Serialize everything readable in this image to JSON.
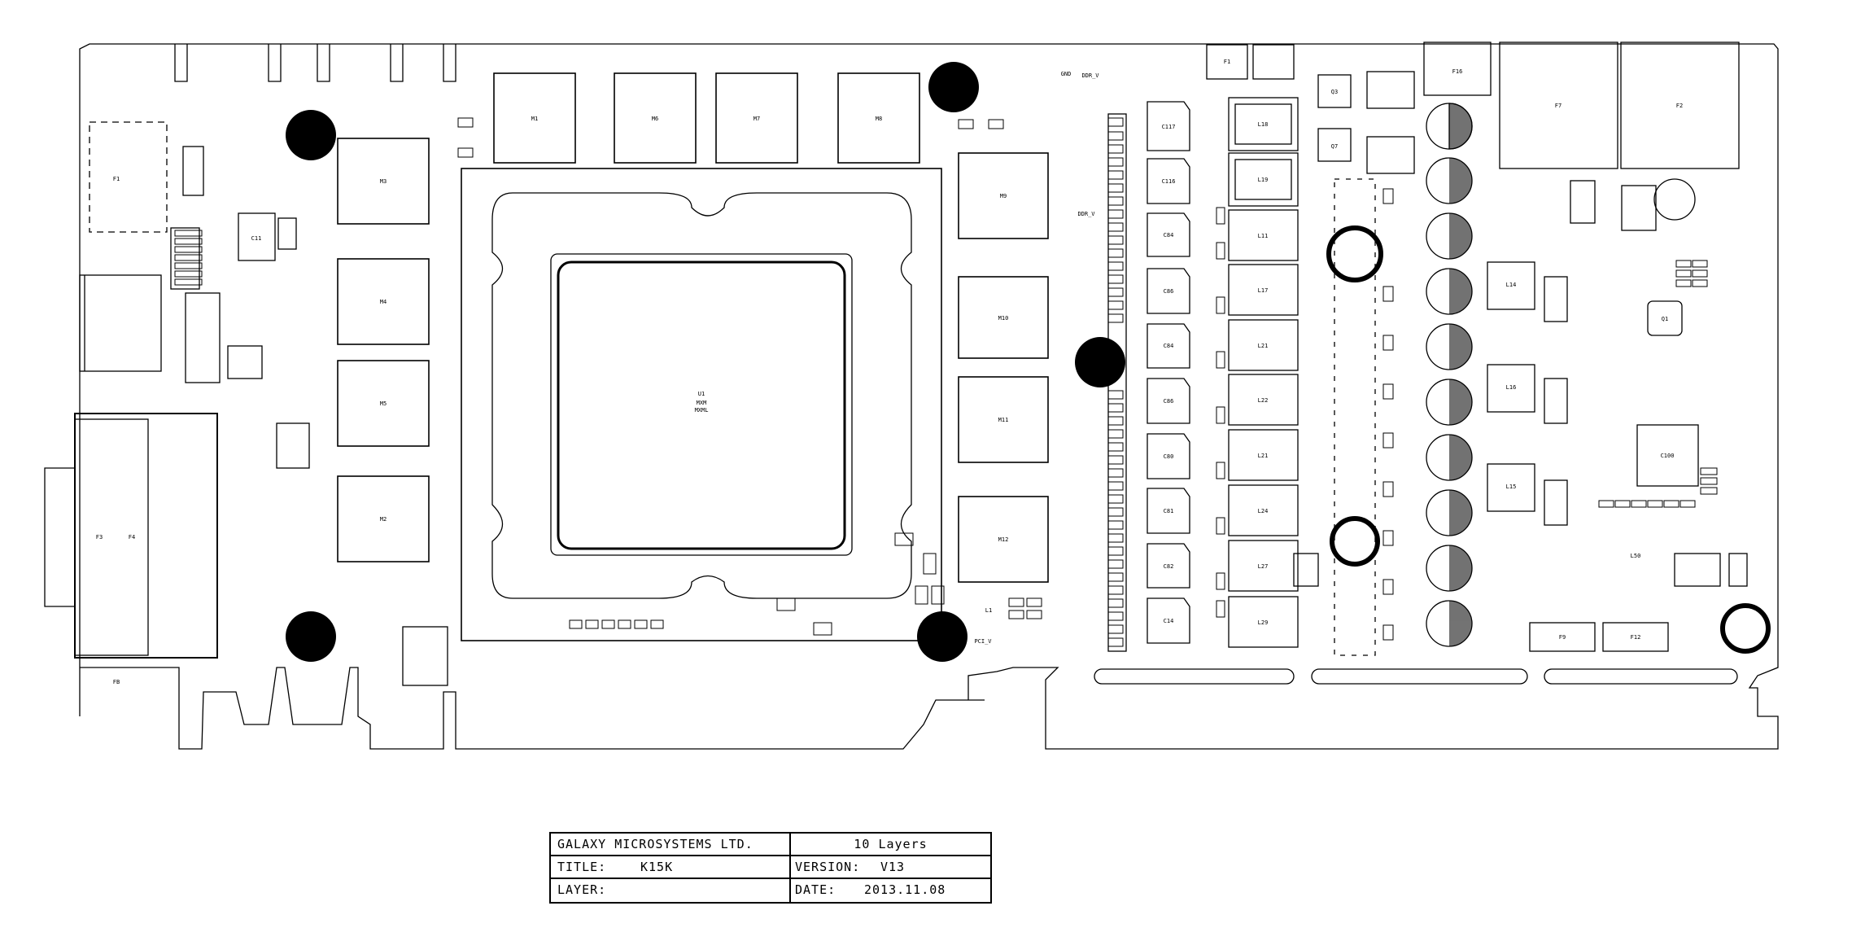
{
  "title_block": {
    "company": "GALAXY MICROSYSTEMS LTD.",
    "layers": "10 Layers",
    "title_label": "TITLE:",
    "title_value": "K15K",
    "version_label": "VERSION:",
    "version_value": "V13",
    "layer_label": "LAYER:",
    "date_label": "DATE:",
    "date_value": "2013.11.08"
  },
  "labels": {
    "gpu": "U1",
    "gpu_sub": "MXM",
    "gpu_sub2": "MXML",
    "mem_top": [
      "M1",
      "M6",
      "M7",
      "M8"
    ],
    "mem_left": [
      "M3",
      "M4",
      "M5",
      "M2"
    ],
    "mem_right": [
      "M9",
      "M10",
      "M11",
      "M12"
    ],
    "inductors": [
      "L18",
      "L19",
      "L11",
      "L17",
      "L21",
      "L22",
      "L21",
      "L24",
      "L27",
      "L29"
    ],
    "chokes_small": [
      "C117",
      "C116",
      "C84",
      "C86",
      "C84",
      "C86",
      "C80",
      "C81",
      "C82",
      "C14"
    ],
    "fuse_top_left": "F1",
    "fuse_top_right": "F16",
    "big_top_1": "F7",
    "big_top_2": "F2",
    "conn_left": "F3",
    "conn_left2": "F4",
    "dvi": "F1",
    "q_labels": [
      "Q3",
      "Q7",
      "C11"
    ],
    "reg_labels": [
      "L14",
      "L16",
      "L15"
    ],
    "ic_right": "C100",
    "ic_right_small": "Q1",
    "bottom_conn_1": "F9",
    "bottom_conn_2": "F12",
    "rails": [
      "DDR_V",
      "GND",
      "DDR_V",
      "PCI_V"
    ],
    "l1": "L1",
    "l50": "L50",
    "fb": "FB"
  }
}
